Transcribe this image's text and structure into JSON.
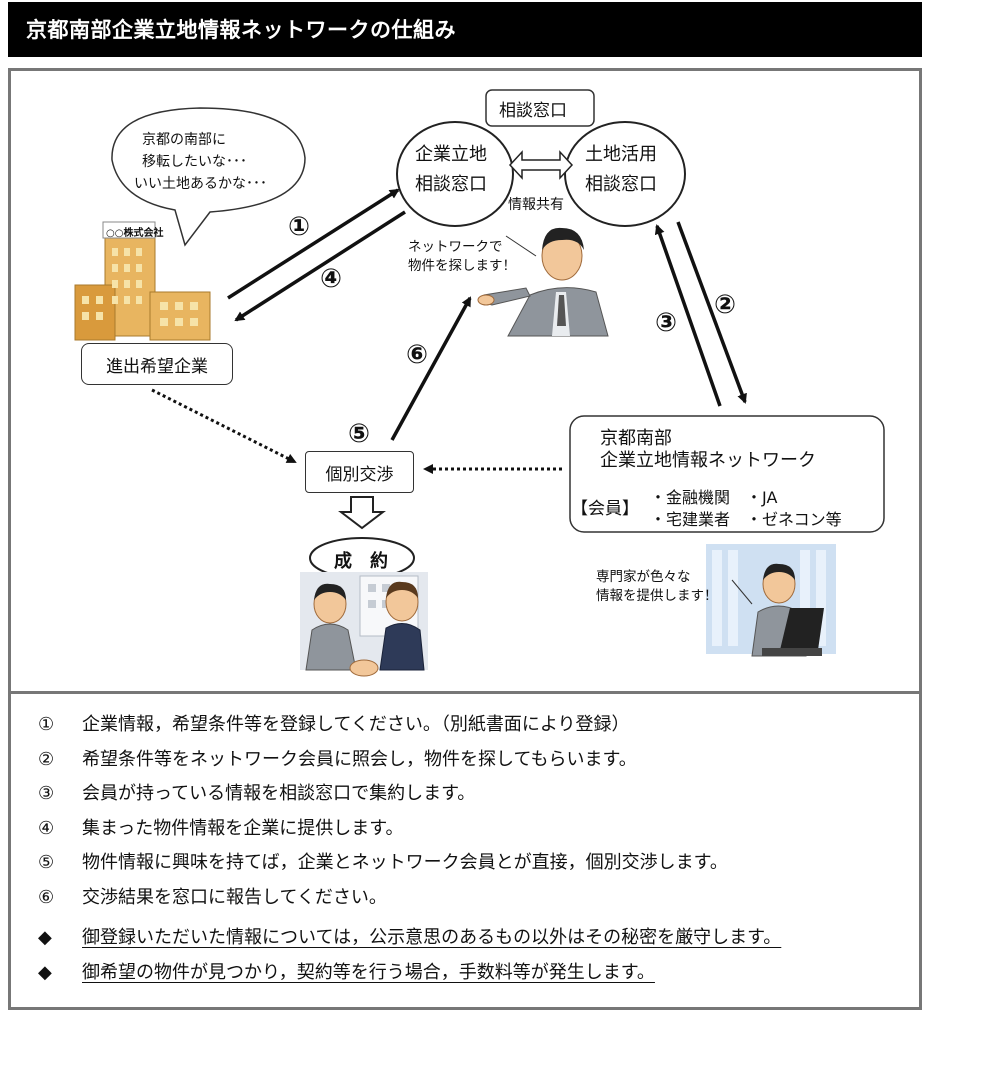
{
  "title": "京都南部企業立地情報ネットワークの仕組み",
  "diagram": {
    "consult_header": "相談窓口",
    "circle_left": [
      "企業立地",
      "相談窓口"
    ],
    "circle_right": [
      "土地活用",
      "相談窓口"
    ],
    "info_share": "情報共有",
    "thought_bubble": [
      "京都の南部に",
      "移転したいな･･･",
      "いい土地あるかな･･･"
    ],
    "building_sign": "○○株式会社",
    "staff_speech": [
      "ネットワークで",
      "物件を探します！"
    ],
    "company_box": "進出希望企業",
    "negotiation_box": "個別交渉",
    "contract": "成　約",
    "network_box": {
      "line1": "京都南部",
      "line2": "企業立地情報ネットワーク",
      "members_label": "【会員】",
      "members_row1": "・金融機関　・JA",
      "members_row2": "・宅建業者　・ゼネコン等"
    },
    "expert_speech": [
      "専門家が色々な",
      "情報を提供します！"
    ],
    "steps": [
      "①",
      "②",
      "③",
      "④",
      "⑤",
      "⑥"
    ]
  },
  "notes": [
    {
      "marker": "①",
      "text": "企業情報，希望条件等を登録してください。（別紙書面により登録）"
    },
    {
      "marker": "②",
      "text": "希望条件等をネットワーク会員に照会し，物件を探してもらいます。"
    },
    {
      "marker": "③",
      "text": "会員が持っている情報を相談窓口で集約します。"
    },
    {
      "marker": "④",
      "text": "集まった物件情報を企業に提供します。"
    },
    {
      "marker": "⑤",
      "text": "物件情報に興味を持てば，企業とネットワーク会員とが直接，個別交渉します。"
    },
    {
      "marker": "⑥",
      "text": "交渉結果を窓口に報告してください。"
    }
  ],
  "important_notes": [
    {
      "marker": "◆",
      "text": "御登録いただいた情報については，公示意思のあるもの以外はその秘密を厳守します。"
    },
    {
      "marker": "◆",
      "text": "御希望の物件が見つかり，契約等を行う場合，手数料等が発生します。"
    }
  ]
}
